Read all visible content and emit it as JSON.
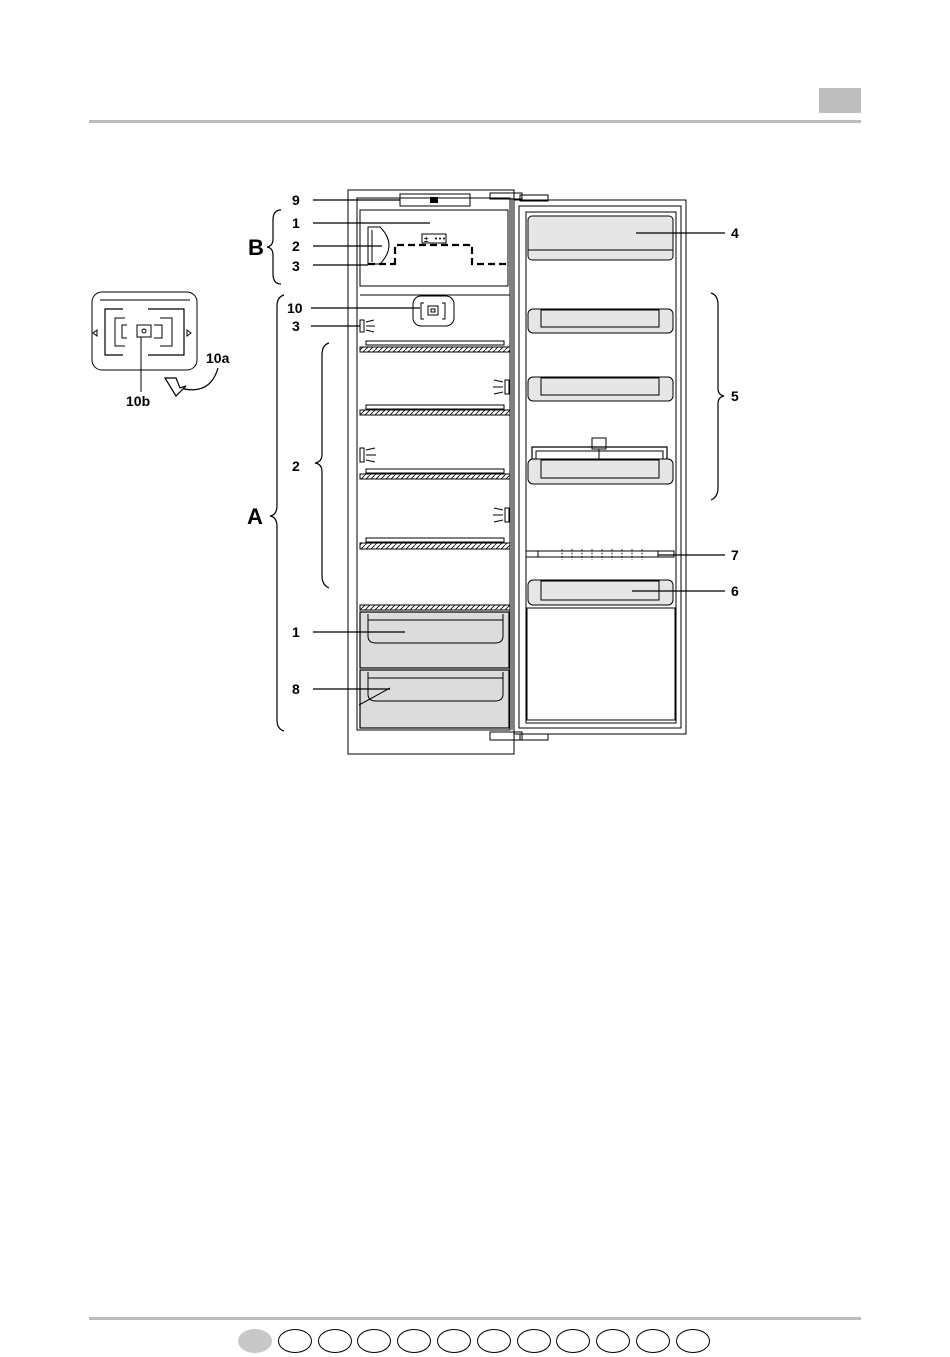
{
  "labels": {
    "b_group": "B",
    "a_group": "A",
    "control_panel": "9",
    "freezer_compartment": "1",
    "freezer_light": "2",
    "freezer_3": "3",
    "door_top_shelf": "4",
    "fan": "10",
    "fridge_light": "3",
    "glass_shelves": "2",
    "door_shelves": "5",
    "bottle_rack": "7",
    "bottle_shelf": "6",
    "crisper": "1",
    "bottom_drawer": "8",
    "fan_detail_a": "10a",
    "fan_detail_b": "10b"
  },
  "language_selector": {
    "count": 12,
    "active_index": 0,
    "color_active": "#c8c8c8"
  },
  "colors": {
    "rule": "#bdbdbd",
    "drawer_fill": "#dcdcdc"
  }
}
